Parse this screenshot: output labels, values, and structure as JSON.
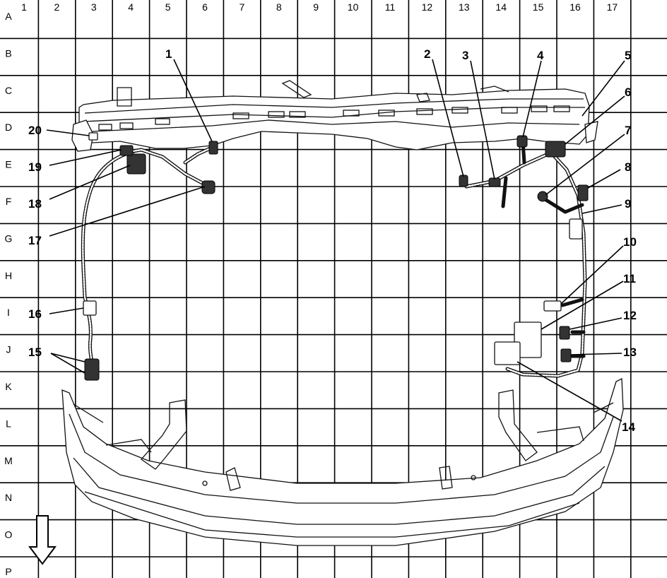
{
  "grid": {
    "columns": [
      "1",
      "2",
      "3",
      "4",
      "5",
      "6",
      "7",
      "8",
      "9",
      "10",
      "11",
      "12",
      "13",
      "14",
      "15",
      "16",
      "17"
    ],
    "rows": [
      "A",
      "B",
      "C",
      "D",
      "E",
      "F",
      "G",
      "H",
      "I",
      "J",
      "K",
      "L",
      "M",
      "N",
      "O",
      "P"
    ]
  },
  "callouts": [
    "1",
    "2",
    "3",
    "4",
    "5",
    "6",
    "7",
    "8",
    "9",
    "10",
    "11",
    "12",
    "13",
    "14",
    "15",
    "16",
    "17",
    "18",
    "19",
    "20"
  ],
  "orientation": {
    "arrow_icon": "down-arrow-icon"
  },
  "colors": {
    "line": "#000000",
    "background": "#ffffff"
  }
}
